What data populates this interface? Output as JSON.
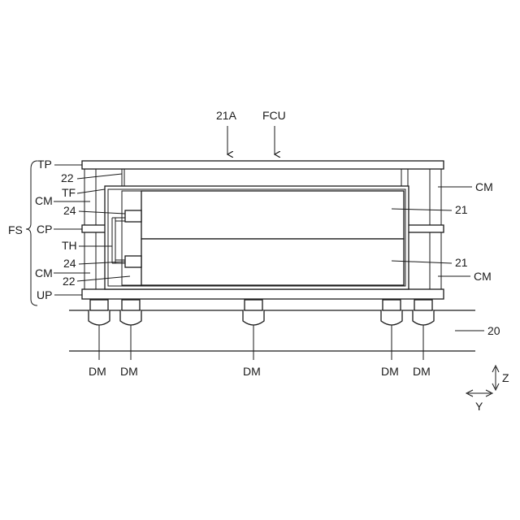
{
  "labels": {
    "a21A": "21A",
    "fcu": "FCU",
    "tp": "TP",
    "l22_top": "22",
    "tf": "TF",
    "cm_left_top": "CM",
    "l24_top": "24",
    "fs": "FS",
    "cp": "CP",
    "th": "TH",
    "l24_bot": "24",
    "cm_left_bot": "CM",
    "l22_bot": "22",
    "up": "UP",
    "cm_right_top": "CM",
    "l21_top": "21",
    "l21_bot": "21",
    "cm_right_bot": "CM",
    "l20": "20",
    "dm1": "DM",
    "dm2": "DM",
    "dm3": "DM",
    "dm4": "DM",
    "dm5": "DM",
    "axis_z": "Z",
    "axis_y": "Y"
  }
}
